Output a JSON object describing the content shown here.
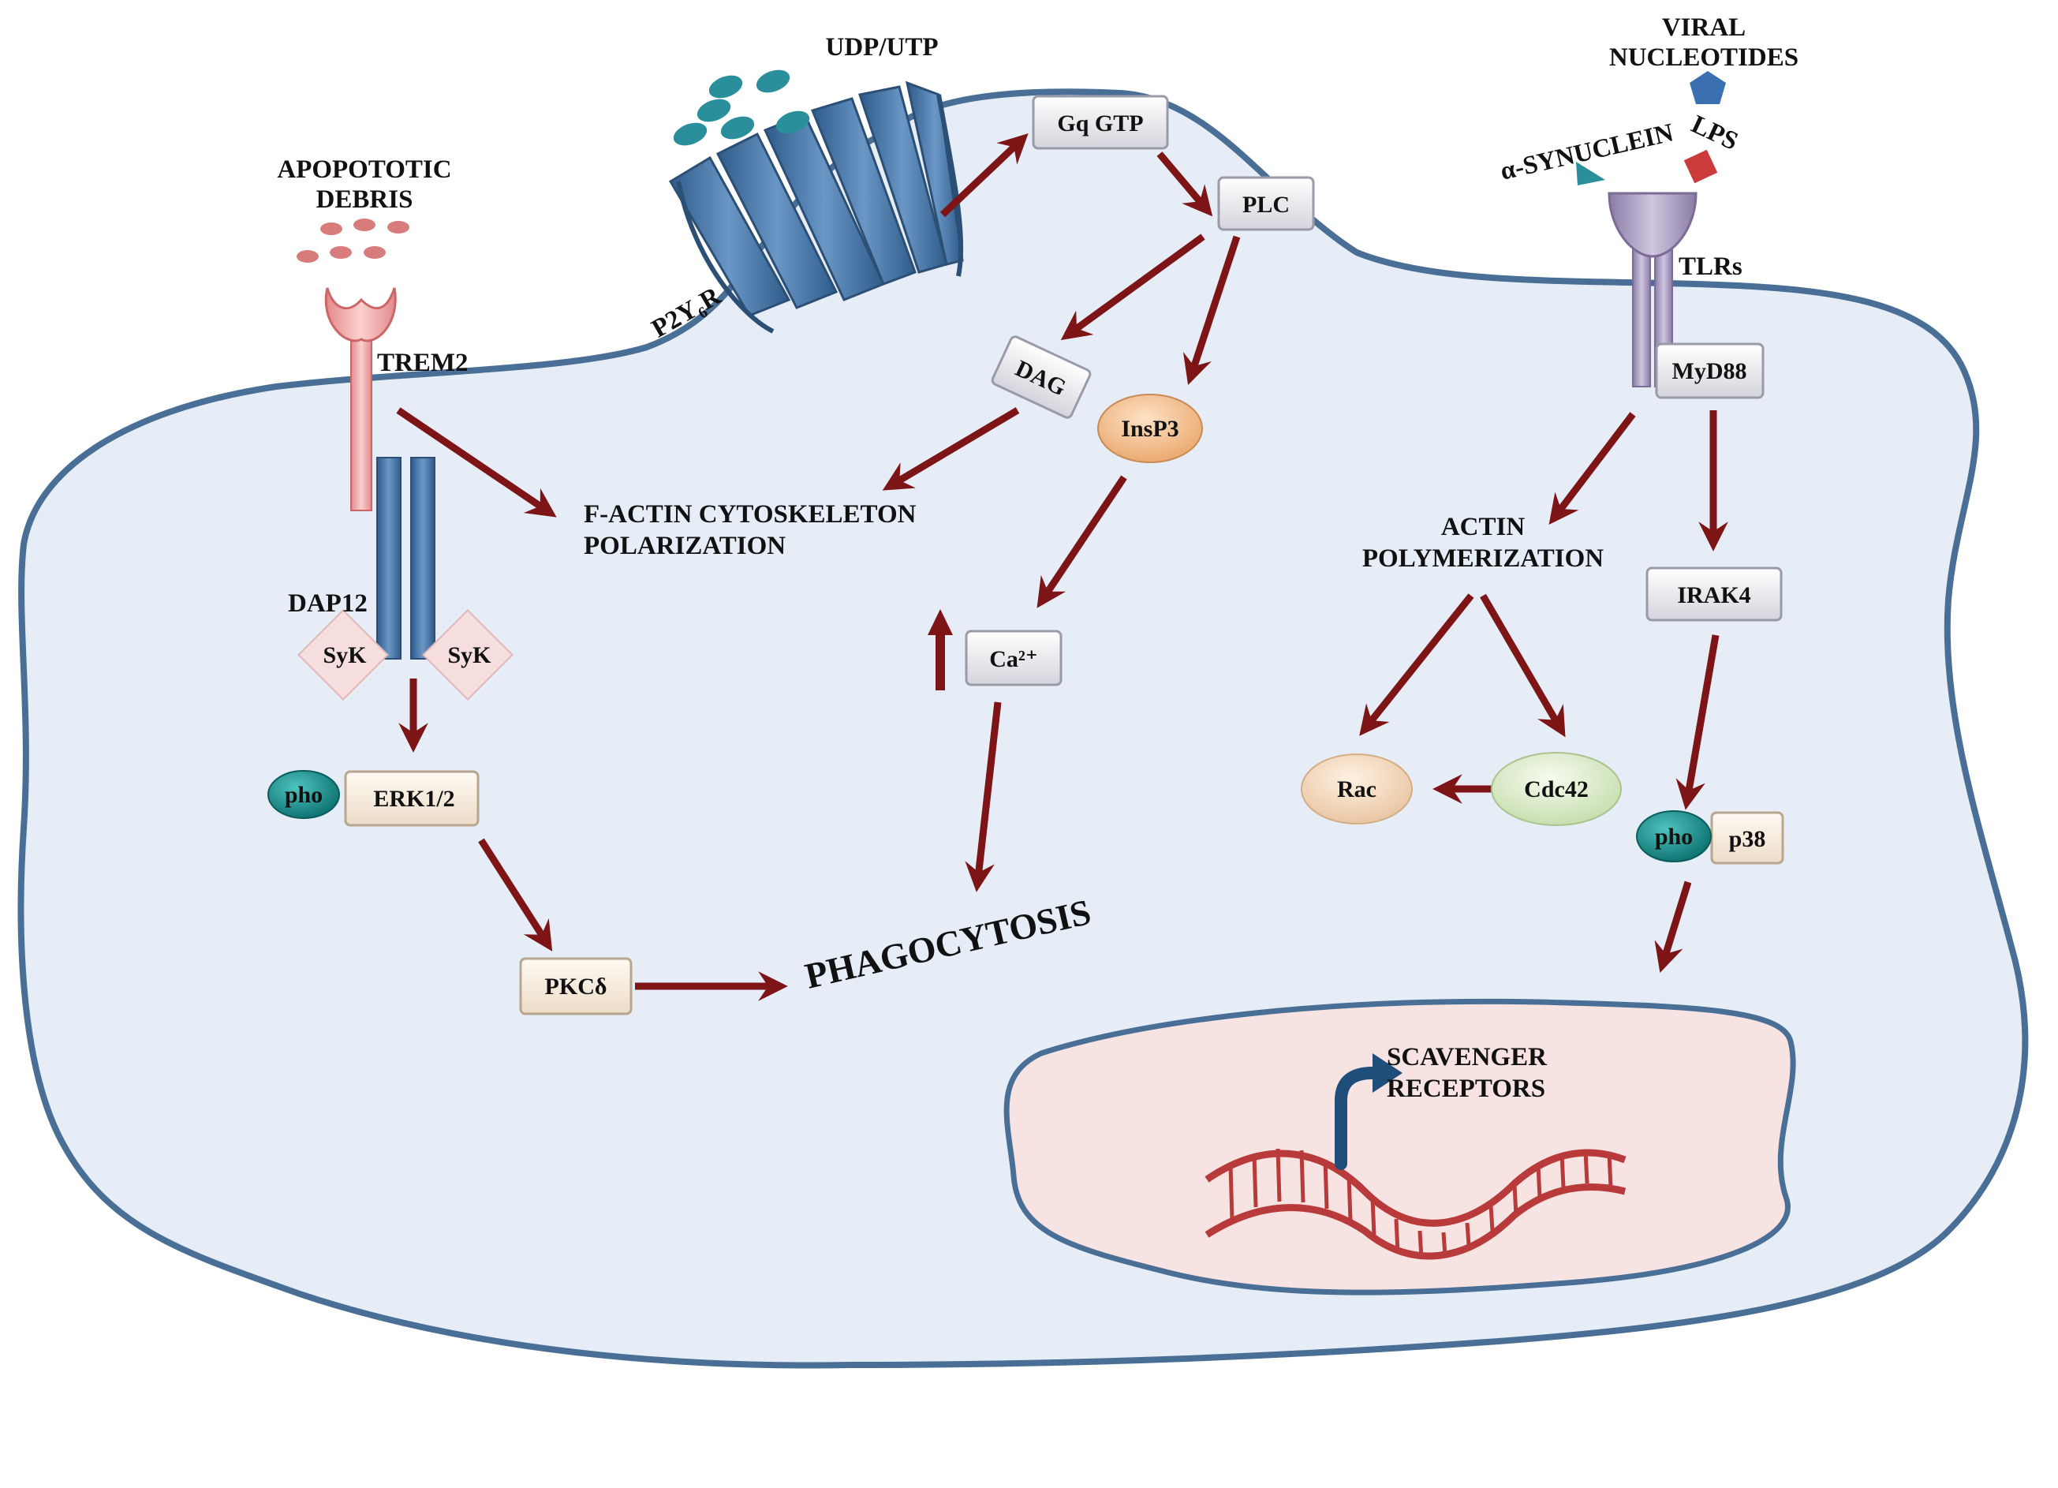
{
  "labels": {
    "udp_utp": "UDP/UTP",
    "p2y_receptor": "P2Y₆R",
    "apoptotic_debris_1": "APOPOTOTIC",
    "apoptotic_debris_2": "DEBRIS",
    "trem2": "TREM2",
    "dap12": "DAP12",
    "f_actin_1": "F-ACTIN CYTOSKELETON",
    "f_actin_2": "POLARIZATION",
    "phagocytosis": "PHAGOCYTOSIS",
    "viral_nucleotides_1": "VIRAL",
    "viral_nucleotides_2": "NUCLEOTIDES",
    "alpha_synuclein": "α-SYNUCLEIN",
    "lps": "LPS",
    "tlrs": "TLRs",
    "actin_polymerization_1": "ACTIN",
    "actin_polymerization_2": "POLYMERIZATION",
    "scavenger_1": "SCAVENGER",
    "scavenger_2": "RECEPTORS"
  },
  "nodes": {
    "gq_gtp": "Gq GTP",
    "plc": "PLC",
    "dag": "DAG",
    "insp3": "InsP3",
    "ca": "Ca²⁺",
    "syk_left": "SyK",
    "syk_right": "SyK",
    "pho_erk": "pho",
    "erk": "ERK1/2",
    "pkc": "PKCδ",
    "myd88": "MyD88",
    "irak4": "IRAK4",
    "rac": "Rac",
    "cdc42": "Cdc42",
    "pho_p38": "pho",
    "p38": "p38"
  },
  "colors": {
    "cell_fill": "#e6edf7",
    "membrane": "#4a6f96",
    "arrow": "#7d1416",
    "nucleus_fill": "#f8e3e3",
    "nucleus_border": "#4a6f96",
    "dna": "#b83a3a",
    "receptor_blue": "#3d6b9e",
    "trem2_pink": "#f0a5a5",
    "tlr_purple": "#a89cc0",
    "pho_teal": "#0e8c8a",
    "insp3_orange": "#f4c08e",
    "rac_peach": "#f5d8bb",
    "cdc42_green": "#dcebc9",
    "ligand_teal": "#2a8f9b",
    "lps_red": "#cc3b3b",
    "viral_blue": "#3a6fb0"
  }
}
